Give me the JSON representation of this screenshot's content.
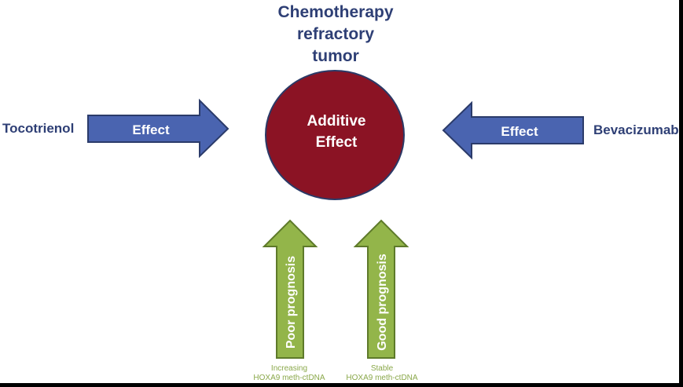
{
  "diagram": {
    "title_lines": [
      "Chemotherapy",
      "refractory",
      "tumor"
    ],
    "center": {
      "lines": [
        "Additive",
        "Effect"
      ]
    },
    "left": {
      "drug": "Tocotrienol",
      "arrow_label": "Effect"
    },
    "right": {
      "drug": "Bevacizumab",
      "arrow_label": "Effect"
    },
    "bottom_left": {
      "arrow_label": "Poor prognosis",
      "note_lines": [
        "Increasing",
        "HOXA9 meth-ctDNA"
      ]
    },
    "bottom_right": {
      "arrow_label": "Good prognosis",
      "note_lines": [
        "Stable",
        "HOXA9 meth-ctDNA"
      ]
    }
  },
  "colors": {
    "title_text": "#2e3f75",
    "circle_fill": "#8b1324",
    "circle_stroke": "#2b3966",
    "blue_arrow_fill": "#4a64b0",
    "blue_arrow_stroke": "#2b3b6a",
    "green_arrow_fill": "#93b54a",
    "green_arrow_stroke": "#5e7a2a",
    "note_text": "#8aa84a",
    "white_text": "#ffffff",
    "page_bg": "#ffffff",
    "border": "#000000"
  }
}
